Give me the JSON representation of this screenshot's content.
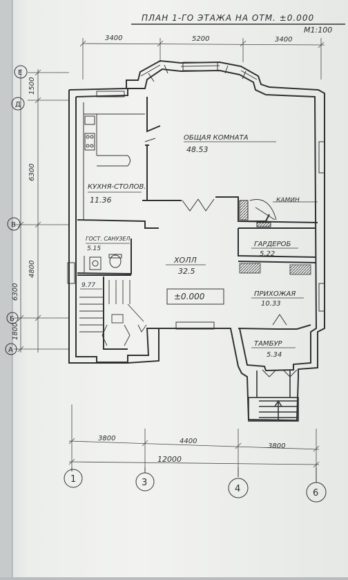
{
  "title": "ПЛАН 1-ГО ЭТАЖА НА ОТМ. ±0.000",
  "scale": "М1:100",
  "top_dims": [
    "3400",
    "5200",
    "3400"
  ],
  "bottom_dims": [
    "3800",
    "4400",
    "3800"
  ],
  "total_dim": "12000",
  "left_dims": [
    "1500",
    "6300",
    "4800",
    "6300",
    "1800"
  ],
  "left_axes": [
    "Е",
    "Д",
    "В",
    "Б",
    "А"
  ],
  "bottom_axes": [
    "1",
    "3",
    "4",
    "6"
  ],
  "level_mark": "±0.000",
  "fireplace_label": "КАМИН",
  "rooms": [
    {
      "name": "ОБЩАЯ КОМНАТА",
      "area": "48.53"
    },
    {
      "name": "КУХНЯ-СТОЛОВ.",
      "area": "11.36"
    },
    {
      "name": "ГОСТ. САНУЗЕЛ",
      "area": "5.15"
    },
    {
      "name": "ХОЛЛ",
      "area": "32.5"
    },
    {
      "name": "ГАРДЕРОБ",
      "area": "5.22"
    },
    {
      "name": "ПРИХОЖАЯ",
      "area": "10.33"
    },
    {
      "name": "ТАМБУР",
      "area": "5.34"
    }
  ],
  "stair_area": "9.77"
}
